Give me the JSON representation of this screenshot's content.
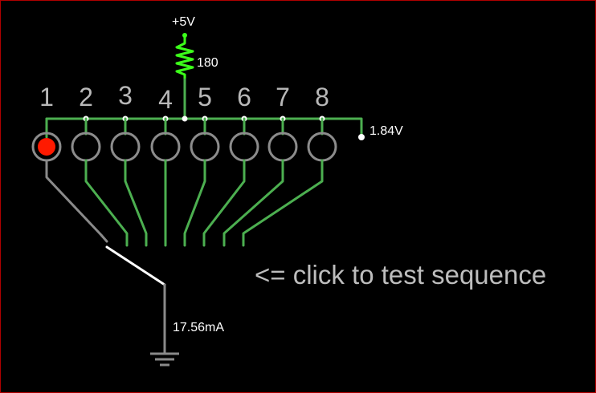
{
  "supply_label": "+5V",
  "resistor_label": "180",
  "voltage_label": "1.84V",
  "current_label": "17.56mA",
  "hint_label": "<= click to test sequence",
  "leds": [
    {
      "label": "1",
      "lit": true
    },
    {
      "label": "2",
      "lit": false
    },
    {
      "label": "3",
      "lit": false
    },
    {
      "label": "4",
      "lit": false
    },
    {
      "label": "5",
      "lit": false
    },
    {
      "label": "6",
      "lit": false
    },
    {
      "label": "7",
      "lit": false
    },
    {
      "label": "8",
      "lit": false
    }
  ],
  "colors": {
    "wire_active": "#4caf50",
    "wire_inactive": "#8a8a8a",
    "led_on": "#ff1a00",
    "resistor": "#3cff1a",
    "background": "#000000",
    "border": "#b00000"
  },
  "icons": [
    "resistor-icon",
    "ground-icon",
    "switch-icon",
    "led-icon"
  ]
}
